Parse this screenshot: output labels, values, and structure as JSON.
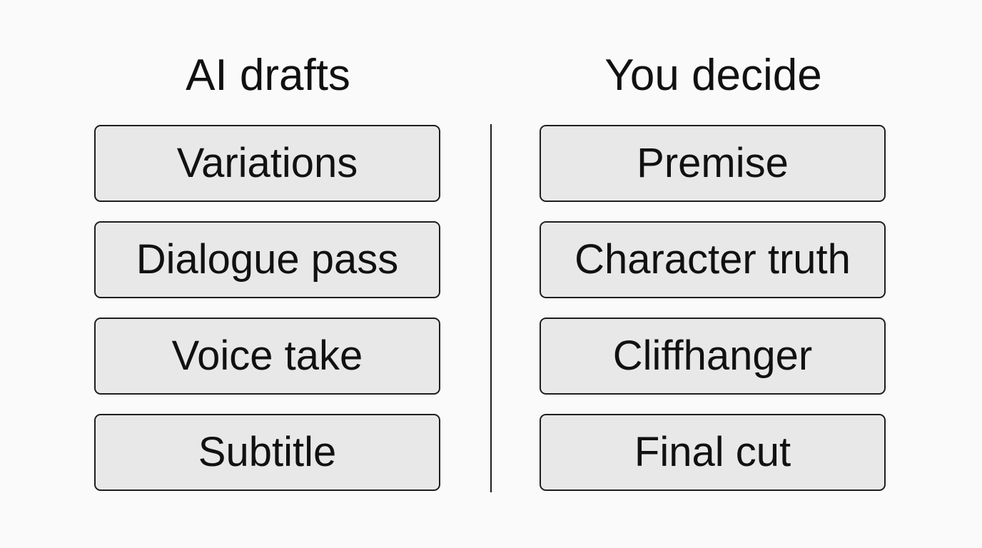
{
  "left_column": {
    "title": "AI drafts",
    "items": [
      "Variations",
      "Dialogue pass",
      "Voice take",
      "Subtitle"
    ]
  },
  "right_column": {
    "title": "You decide",
    "items": [
      "Premise",
      "Character truth",
      "Cliffhanger",
      "Final cut"
    ]
  },
  "colors": {
    "background": "#fafafa",
    "box_fill": "#e8e8e8",
    "stroke": "#1e1e1e",
    "text": "#111111"
  }
}
